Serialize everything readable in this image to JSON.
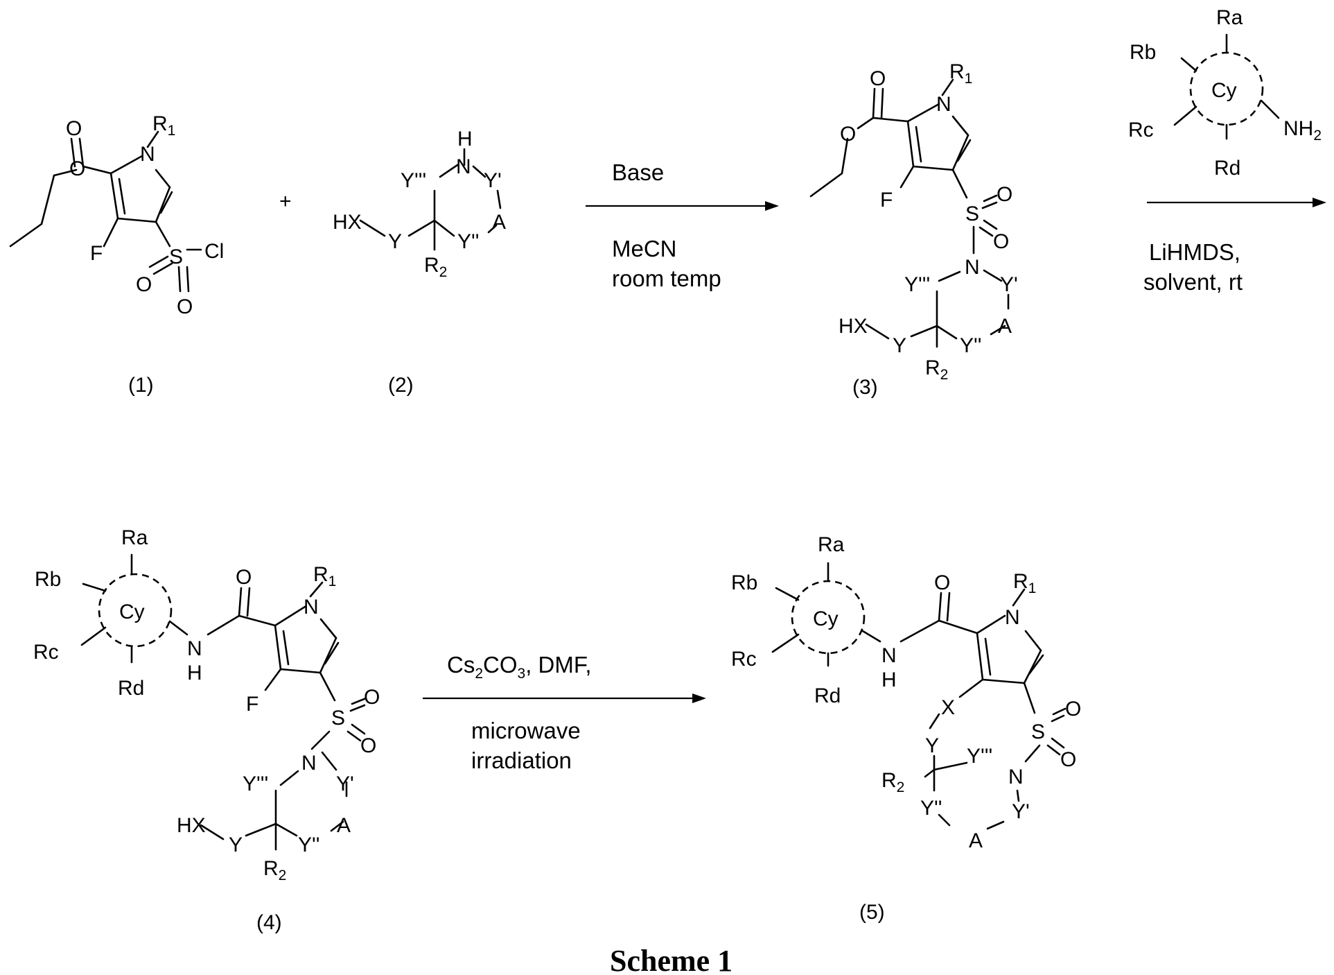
{
  "scheme": {
    "caption": "Scheme 1",
    "compound_labels": [
      "(1)",
      "(2)",
      "(3)",
      "(4)",
      "(5)"
    ],
    "plus": "+",
    "step1": {
      "line1": "Base",
      "line2": "MeCN",
      "line3": "room temp"
    },
    "step2": {
      "line1": "LiHMDS,",
      "line2": "solvent, rt"
    },
    "step3": {
      "line1_pre": "Cs",
      "line1_sub": "2",
      "line1_mid": "CO",
      "line1_sub2": "3",
      "line1_post": ", DMF,",
      "line2": "microwave",
      "line3": "irradiation"
    }
  },
  "atoms": {
    "O": "O",
    "N": "N",
    "F": "F",
    "S": "S",
    "Cl": "Cl",
    "H": "H",
    "R": "R",
    "R1_sub": "1",
    "R2_sub": "2",
    "HX": "HX",
    "X": "X",
    "Y": "Y",
    "Yp": "Y'",
    "Ypp": "Y''",
    "Yppp": "Y'''",
    "A": "A",
    "Ra": "Ra",
    "Rb": "Rb",
    "Rc": "Rc",
    "Rd": "Rd",
    "Cy": "Cy",
    "NH": "NH",
    "NH2_sub": "2"
  }
}
